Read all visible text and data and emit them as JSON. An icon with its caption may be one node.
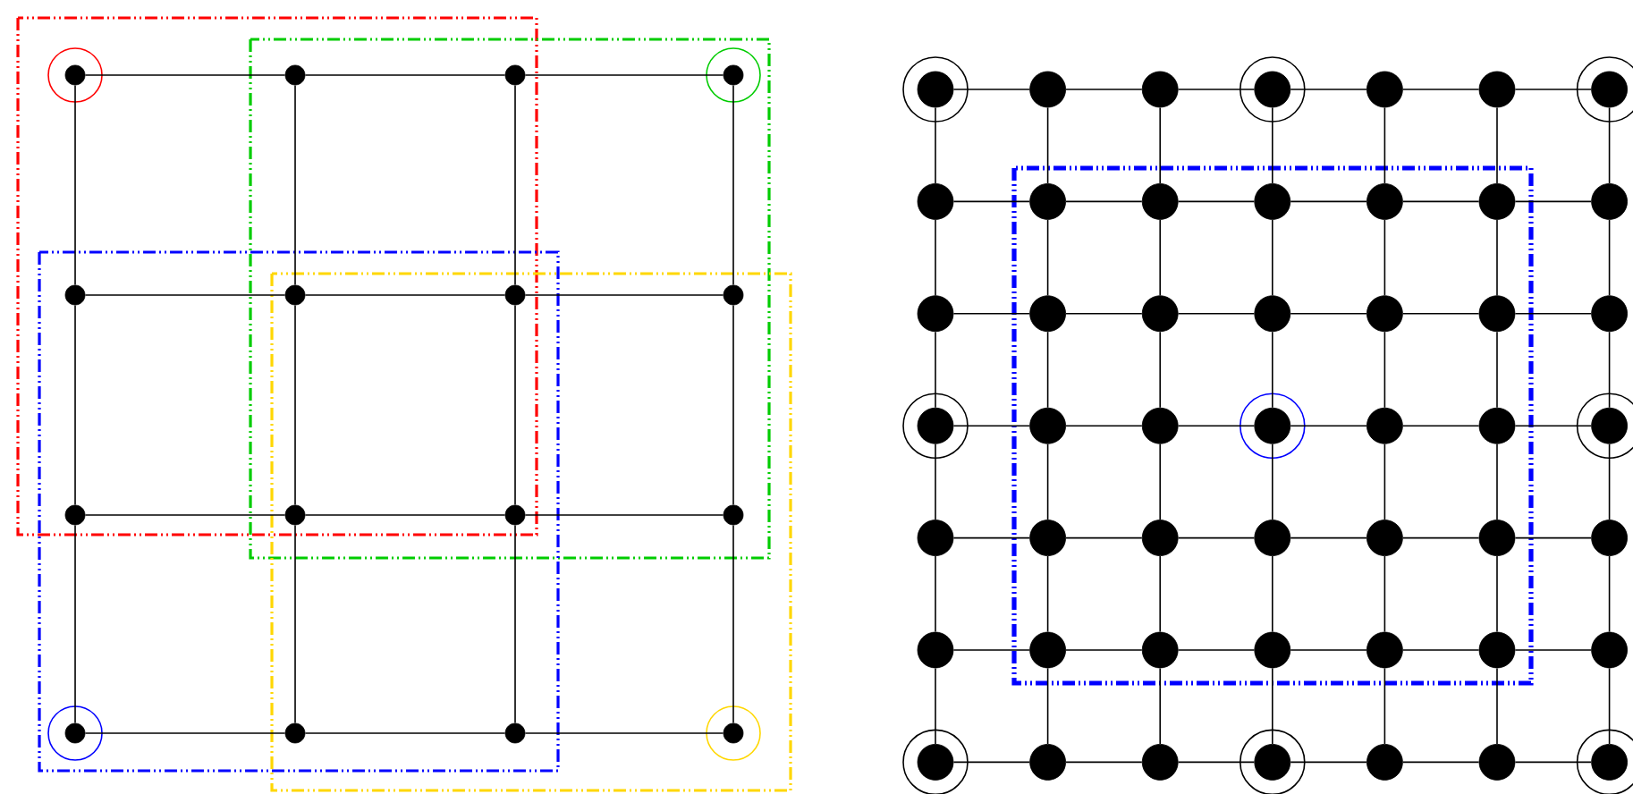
{
  "diagram": {
    "nodes": [
      {
        "text": [],
        "shape": "circle"
      },
      {
        "text": [],
        "shape": "circle"
      },
      {
        "text": [],
        "shape": "circle"
      },
      {
        "text": [],
        "shape": "circle"
      },
      {
        "text": [],
        "shape": "circle"
      },
      {
        "text": [],
        "shape": "circle"
      },
      {
        "text": [],
        "shape": "circle"
      },
      {
        "text": [],
        "shape": "circle"
      },
      {
        "text": [],
        "shape": "circle"
      },
      {
        "text": [],
        "shape": "circle"
      },
      {
        "text": [],
        "shape": "circle"
      },
      {
        "text": [],
        "shape": "circle"
      },
      {
        "text": [],
        "shape": "circle"
      },
      {
        "text": [],
        "shape": "circle"
      },
      {
        "text": [],
        "shape": "circle"
      },
      {
        "text": [],
        "shape": "circle"
      },
      {
        "text": [],
        "shape": "circle"
      },
      {
        "text": [],
        "shape": "circle"
      },
      {
        "text": [],
        "shape": "circle"
      },
      {
        "text": [],
        "shape": "circle"
      },
      {
        "text": [],
        "shape": "circle"
      },
      {
        "text": [],
        "shape": "circle"
      },
      {
        "text": [],
        "shape": "circle"
      },
      {
        "text": [],
        "shape": "circle"
      },
      {
        "text": [],
        "shape": "circle"
      },
      {
        "text": [],
        "shape": "circle"
      },
      {
        "text": [],
        "shape": "circle"
      },
      {
        "text": [],
        "shape": "circle"
      },
      {
        "text": [],
        "shape": "circle"
      },
      {
        "text": [],
        "shape": "circle"
      },
      {
        "text": [],
        "shape": "circle"
      },
      {
        "text": [],
        "shape": "circle"
      },
      {
        "text": [],
        "shape": "circle"
      },
      {
        "text": [],
        "shape": "circle"
      },
      {
        "text": [],
        "shape": "circle"
      },
      {
        "text": [],
        "shape": "circle"
      },
      {
        "text": [],
        "shape": "circle"
      },
      {
        "text": [],
        "shape": "circle"
      },
      {
        "text": [],
        "shape": "circle"
      },
      {
        "text": [],
        "shape": "circle"
      },
      {
        "text": [],
        "shape": "circle"
      },
      {
        "text": [],
        "shape": "circle"
      },
      {
        "text": [],
        "shape": "circle"
      },
      {
        "text": [],
        "shape": "circle"
      },
      {
        "text": [],
        "shape": "circle"
      },
      {
        "text": [],
        "shape": "circle"
      },
      {
        "text": [],
        "shape": "circle"
      },
      {
        "text": [],
        "shape": "circle"
      },
      {
        "text": [],
        "shape": "circle"
      },
      {
        "text": [],
        "shape": "circle"
      },
      {
        "text": [],
        "shape": "circle"
      },
      {
        "text": [],
        "shape": "circle"
      },
      {
        "text": [],
        "shape": "circle"
      },
      {
        "text": [],
        "shape": "circle"
      },
      {
        "text": [],
        "shape": "circle"
      },
      {
        "text": [],
        "shape": "circle"
      },
      {
        "text": [],
        "shape": "circle"
      },
      {
        "text": [],
        "shape": "circle"
      },
      {
        "text": [],
        "shape": "circle"
      },
      {
        "text": [],
        "shape": "circle"
      },
      {
        "text": [],
        "shape": "circle"
      },
      {
        "text": [],
        "shape": "circle"
      },
      {
        "text": [],
        "shape": "circle"
      },
      {
        "text": [],
        "shape": "circle"
      },
      {
        "text": [],
        "shape": "circle"
      }
    ],
    "edges": [
      {
        "from": 0,
        "to": 1,
        "arrow": "none"
      },
      {
        "from": 1,
        "to": 2,
        "arrow": "none"
      },
      {
        "from": 2,
        "to": 3,
        "arrow": "none"
      },
      {
        "from": 4,
        "to": 5,
        "arrow": "none"
      },
      {
        "from": 5,
        "to": 6,
        "arrow": "none"
      },
      {
        "from": 6,
        "to": 7,
        "arrow": "none"
      },
      {
        "from": 8,
        "to": 9,
        "arrow": "none"
      },
      {
        "from": 9,
        "to": 10,
        "arrow": "none"
      },
      {
        "from": 10,
        "to": 11,
        "arrow": "none"
      },
      {
        "from": 12,
        "to": 13,
        "arrow": "none"
      },
      {
        "from": 13,
        "to": 14,
        "arrow": "none"
      },
      {
        "from": 14,
        "to": 15,
        "arrow": "none"
      },
      {
        "from": 0,
        "to": 4,
        "arrow": "none"
      },
      {
        "from": 4,
        "to": 8,
        "arrow": "none"
      },
      {
        "from": 8,
        "to": 12,
        "arrow": "none"
      },
      {
        "from": 1,
        "to": 5,
        "arrow": "none"
      },
      {
        "from": 5,
        "to": 9,
        "arrow": "none"
      },
      {
        "from": 9,
        "to": 13,
        "arrow": "none"
      },
      {
        "from": 2,
        "to": 6,
        "arrow": "none"
      },
      {
        "from": 6,
        "to": 10,
        "arrow": "none"
      },
      {
        "from": 10,
        "to": 14,
        "arrow": "none"
      },
      {
        "from": 3,
        "to": 7,
        "arrow": "none"
      },
      {
        "from": 7,
        "to": 11,
        "arrow": "none"
      },
      {
        "from": 11,
        "to": 15,
        "arrow": "none"
      },
      {
        "from": 16,
        "to": 17,
        "arrow": "none"
      },
      {
        "from": 17,
        "to": 18,
        "arrow": "none"
      },
      {
        "from": 18,
        "to": 19,
        "arrow": "none"
      },
      {
        "from": 19,
        "to": 20,
        "arrow": "none"
      },
      {
        "from": 20,
        "to": 21,
        "arrow": "none"
      },
      {
        "from": 21,
        "to": 22,
        "arrow": "none"
      },
      {
        "from": 23,
        "to": 24,
        "arrow": "none"
      },
      {
        "from": 24,
        "to": 25,
        "arrow": "none"
      },
      {
        "from": 25,
        "to": 26,
        "arrow": "none"
      },
      {
        "from": 26,
        "to": 27,
        "arrow": "none"
      },
      {
        "from": 27,
        "to": 28,
        "arrow": "none"
      },
      {
        "from": 28,
        "to": 29,
        "arrow": "none"
      },
      {
        "from": 30,
        "to": 31,
        "arrow": "none"
      },
      {
        "from": 31,
        "to": 32,
        "arrow": "none"
      },
      {
        "from": 32,
        "to": 33,
        "arrow": "none"
      },
      {
        "from": 33,
        "to": 34,
        "arrow": "none"
      },
      {
        "from": 34,
        "to": 35,
        "arrow": "none"
      },
      {
        "from": 35,
        "to": 36,
        "arrow": "none"
      },
      {
        "from": 37,
        "to": 38,
        "arrow": "none"
      },
      {
        "from": 38,
        "to": 39,
        "arrow": "none"
      },
      {
        "from": 39,
        "to": 40,
        "arrow": "none"
      },
      {
        "from": 40,
        "to": 41,
        "arrow": "none"
      },
      {
        "from": 41,
        "to": 42,
        "arrow": "none"
      },
      {
        "from": 42,
        "to": 43,
        "arrow": "none"
      },
      {
        "from": 44,
        "to": 45,
        "arrow": "none"
      },
      {
        "from": 45,
        "to": 46,
        "arrow": "none"
      },
      {
        "from": 46,
        "to": 47,
        "arrow": "none"
      },
      {
        "from": 47,
        "to": 48,
        "arrow": "none"
      },
      {
        "from": 48,
        "to": 49,
        "arrow": "none"
      },
      {
        "from": 49,
        "to": 50,
        "arrow": "none"
      },
      {
        "from": 51,
        "to": 52,
        "arrow": "none"
      },
      {
        "from": 52,
        "to": 53,
        "arrow": "none"
      },
      {
        "from": 53,
        "to": 54,
        "arrow": "none"
      },
      {
        "from": 54,
        "to": 55,
        "arrow": "none"
      },
      {
        "from": 55,
        "to": 56,
        "arrow": "none"
      },
      {
        "from": 56,
        "to": 57,
        "arrow": "none"
      },
      {
        "from": 58,
        "to": 59,
        "arrow": "none"
      },
      {
        "from": 59,
        "to": 60,
        "arrow": "none"
      },
      {
        "from": 60,
        "to": 61,
        "arrow": "none"
      },
      {
        "from": 61,
        "to": 62,
        "arrow": "none"
      },
      {
        "from": 62,
        "to": 63,
        "arrow": "none"
      },
      {
        "from": 63,
        "to": 64,
        "arrow": "none"
      },
      {
        "from": 16,
        "to": 23,
        "arrow": "none"
      },
      {
        "from": 23,
        "to": 30,
        "arrow": "none"
      },
      {
        "from": 30,
        "to": 37,
        "arrow": "none"
      },
      {
        "from": 37,
        "to": 44,
        "arrow": "none"
      },
      {
        "from": 44,
        "to": 51,
        "arrow": "none"
      },
      {
        "from": 51,
        "to": 58,
        "arrow": "none"
      },
      {
        "from": 17,
        "to": 24,
        "arrow": "none"
      },
      {
        "from": 24,
        "to": 31,
        "arrow": "none"
      },
      {
        "from": 31,
        "to": 38,
        "arrow": "none"
      },
      {
        "from": 38,
        "to": 45,
        "arrow": "none"
      },
      {
        "from": 45,
        "to": 52,
        "arrow": "none"
      },
      {
        "from": 52,
        "to": 59,
        "arrow": "none"
      },
      {
        "from": 18,
        "to": 25,
        "arrow": "none"
      },
      {
        "from": 25,
        "to": 32,
        "arrow": "none"
      },
      {
        "from": 32,
        "to": 39,
        "arrow": "none"
      },
      {
        "from": 39,
        "to": 46,
        "arrow": "none"
      },
      {
        "from": 46,
        "to": 53,
        "arrow": "none"
      },
      {
        "from": 53,
        "to": 60,
        "arrow": "none"
      },
      {
        "from": 19,
        "to": 26,
        "arrow": "none"
      },
      {
        "from": 26,
        "to": 33,
        "arrow": "none"
      },
      {
        "from": 33,
        "to": 40,
        "arrow": "none"
      },
      {
        "from": 40,
        "to": 47,
        "arrow": "none"
      },
      {
        "from": 47,
        "to": 54,
        "arrow": "none"
      },
      {
        "from": 54,
        "to": 61,
        "arrow": "none"
      },
      {
        "from": 20,
        "to": 27,
        "arrow": "none"
      },
      {
        "from": 27,
        "to": 34,
        "arrow": "none"
      },
      {
        "from": 34,
        "to": 41,
        "arrow": "none"
      },
      {
        "from": 41,
        "to": 48,
        "arrow": "none"
      },
      {
        "from": 48,
        "to": 55,
        "arrow": "none"
      },
      {
        "from": 55,
        "to": 62,
        "arrow": "none"
      },
      {
        "from": 21,
        "to": 28,
        "arrow": "none"
      },
      {
        "from": 28,
        "to": 35,
        "arrow": "none"
      },
      {
        "from": 35,
        "to": 42,
        "arrow": "none"
      },
      {
        "from": 42,
        "to": 49,
        "arrow": "none"
      },
      {
        "from": 49,
        "to": 56,
        "arrow": "none"
      },
      {
        "from": 56,
        "to": 63,
        "arrow": "none"
      },
      {
        "from": 22,
        "to": 29,
        "arrow": "none"
      },
      {
        "from": 29,
        "to": 36,
        "arrow": "none"
      },
      {
        "from": 36,
        "to": 43,
        "arrow": "none"
      },
      {
        "from": 43,
        "to": 50,
        "arrow": "none"
      },
      {
        "from": 50,
        "to": 57,
        "arrow": "none"
      },
      {
        "from": 57,
        "to": 64,
        "arrow": "none"
      }
    ]
  }
}
